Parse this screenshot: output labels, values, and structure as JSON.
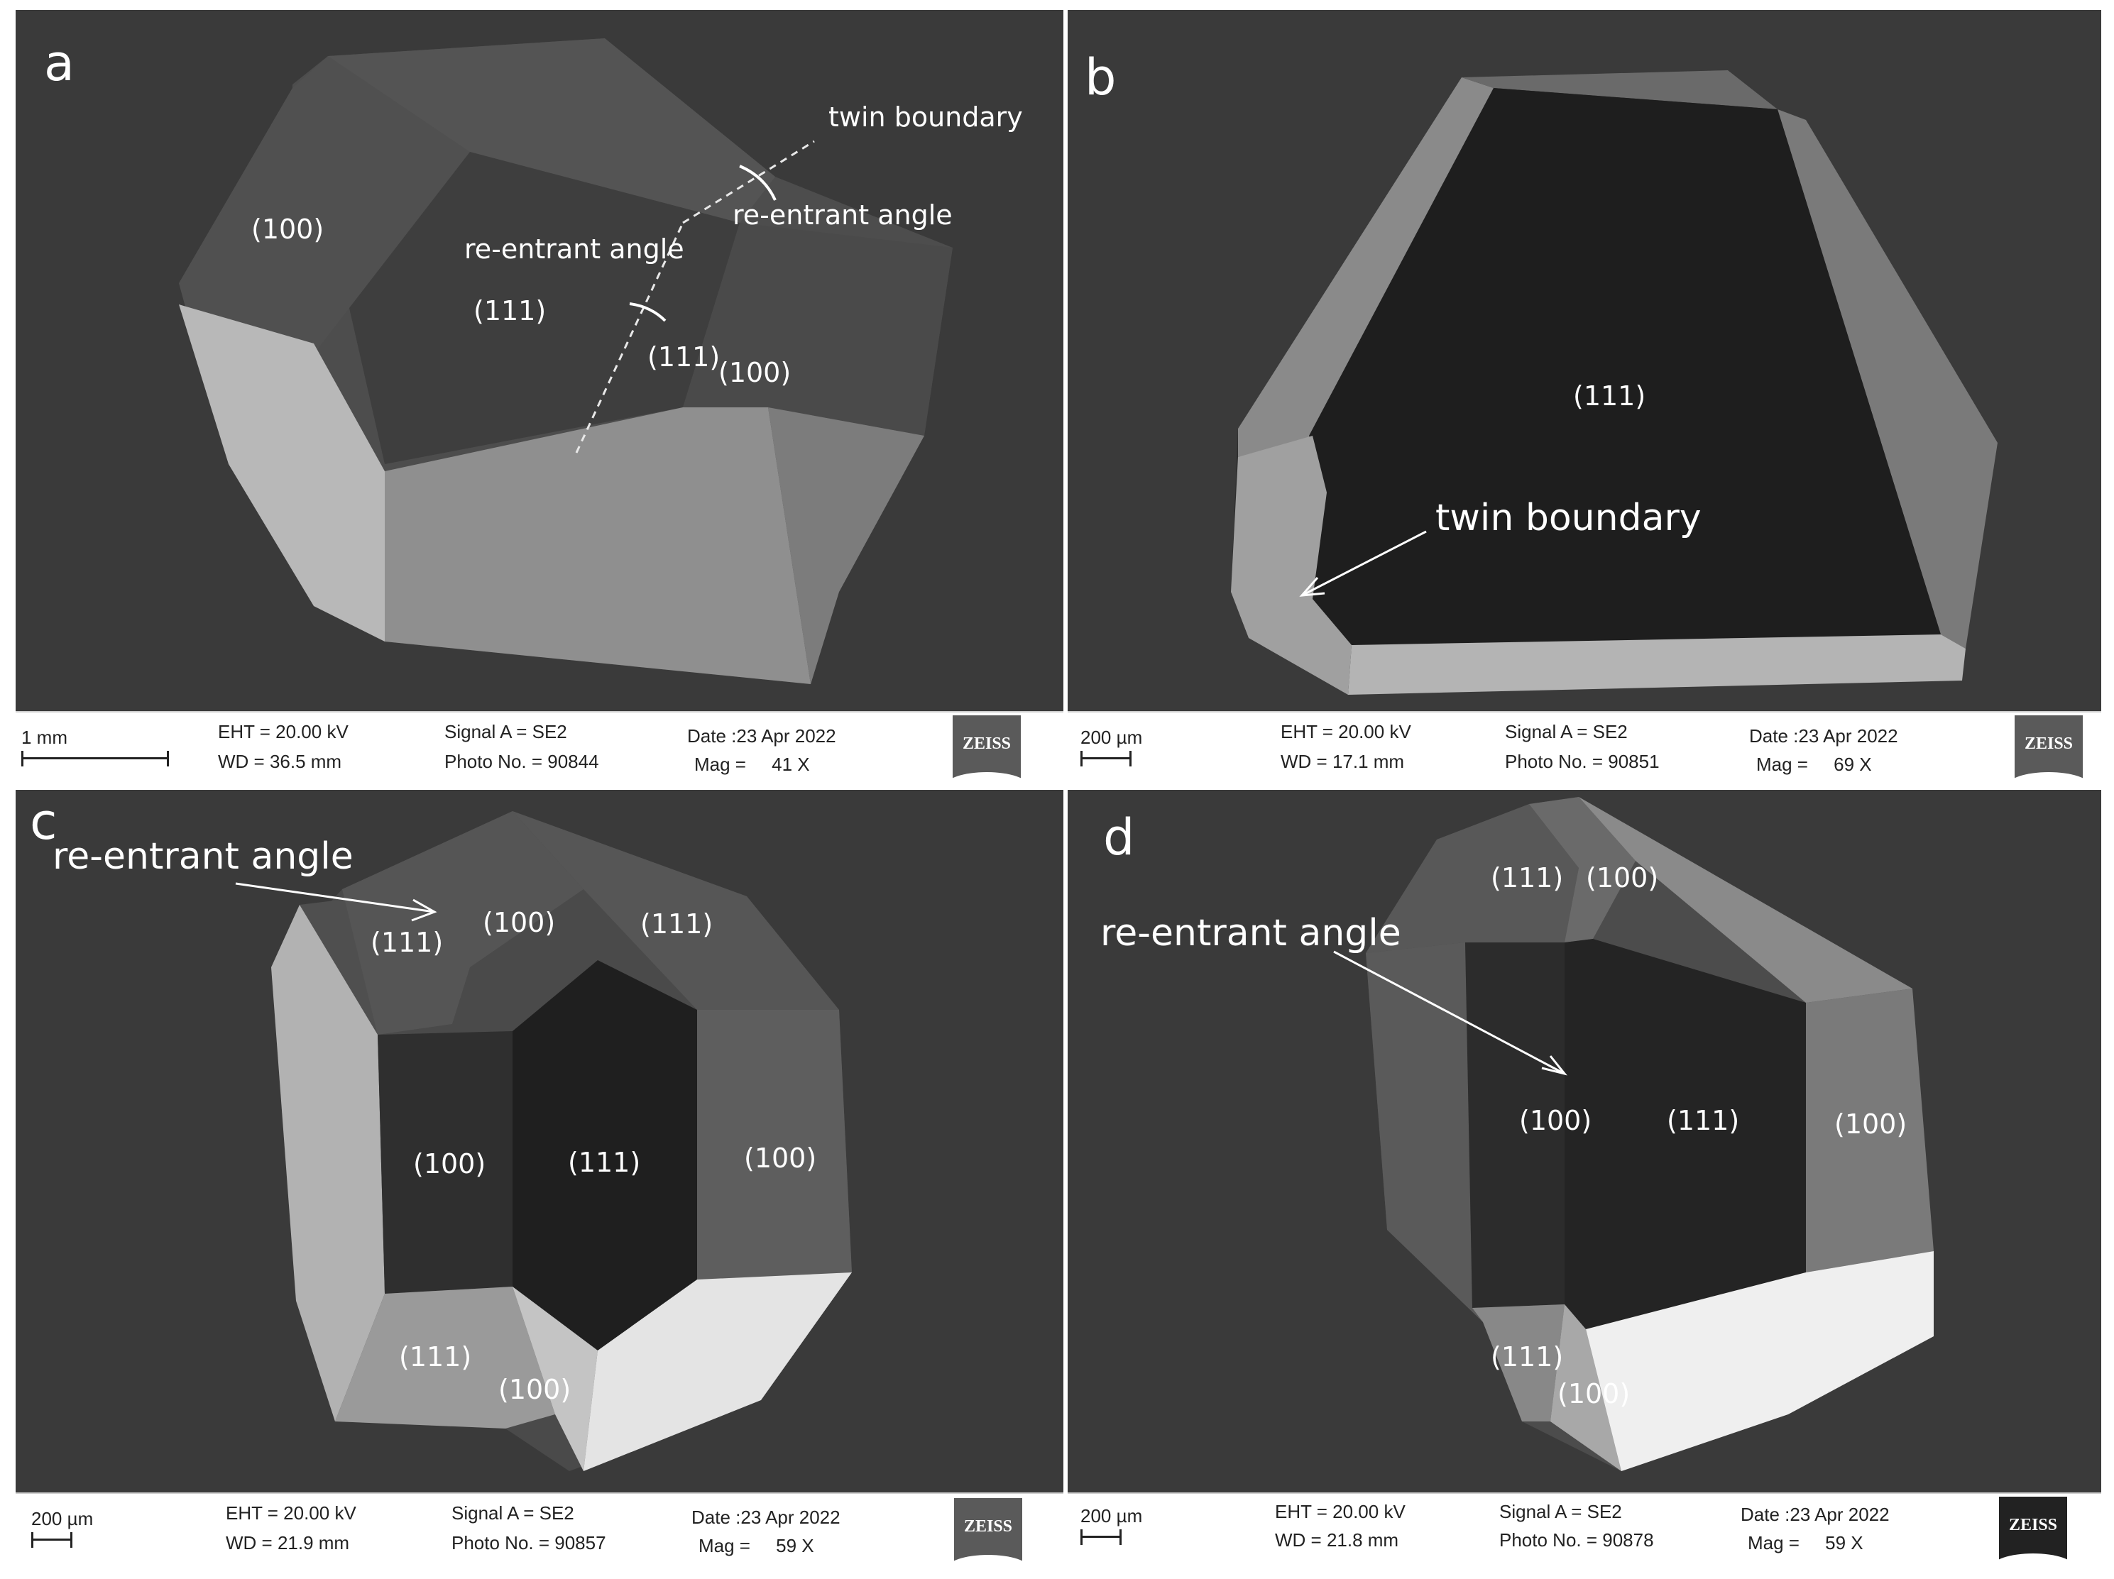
{
  "panels": {
    "a": {
      "letter": "a",
      "labels": {
        "twin_boundary": "twin boundary",
        "reentrant_1": "re-entrant angle",
        "reentrant_2": "re-entrant angle",
        "f100_left": "(100)",
        "f111_center": "(111)",
        "f111_right": "(111)",
        "f100_right": "(100)"
      },
      "info": {
        "scale": "1 mm",
        "eht": "EHT = 20.00 kV",
        "wd": "WD = 36.5 mm",
        "signal": "Signal A = SE2",
        "photo": "Photo No. = 90844",
        "date": "Date :23 Apr 2022",
        "mag": "Mag =     41 X",
        "logo": "ZEISS"
      }
    },
    "b": {
      "letter": "b",
      "labels": {
        "f111": "(111)",
        "twin_boundary": "twin boundary"
      },
      "info": {
        "scale": "200 µm",
        "eht": "EHT = 20.00 kV",
        "wd": "WD = 17.1 mm",
        "signal": "Signal A = SE2",
        "photo": "Photo No. = 90851",
        "date": "Date :23 Apr 2022",
        "mag": "Mag =     69 X",
        "logo": "ZEISS"
      }
    },
    "c": {
      "letter": "c",
      "labels": {
        "reentrant": "re-entrant angle",
        "top_111_left": "(111)",
        "top_100": "(100)",
        "top_111_right": "(111)",
        "mid_100_left": "(100)",
        "mid_111": "(111)",
        "mid_100_right": "(100)",
        "bot_111": "(111)",
        "bot_100": "(100)"
      },
      "info": {
        "scale": "200 µm",
        "eht": "EHT = 20.00 kV",
        "wd": "WD = 21.9 mm",
        "signal": "Signal A = SE2",
        "photo": "Photo No. = 90857",
        "date": "Date :23 Apr 2022",
        "mag": "Mag =     59 X",
        "logo": "ZEISS"
      }
    },
    "d": {
      "letter": "d",
      "labels": {
        "reentrant": "re-entrant angle",
        "top_111": "(111)",
        "top_100": "(100)",
        "mid_100_left": "(100)",
        "mid_111": "(111)",
        "mid_100_right": "(100)",
        "bot_111": "(111)",
        "bot_100": "(100)"
      },
      "info": {
        "scale": "200 µm",
        "eht": "EHT = 20.00 kV",
        "wd": "WD = 21.8 mm",
        "signal": "Signal A = SE2",
        "photo": "Photo No. = 90878",
        "date": "Date :23 Apr 2022",
        "mag": "Mag =     59 X",
        "logo": "ZEISS"
      }
    }
  }
}
